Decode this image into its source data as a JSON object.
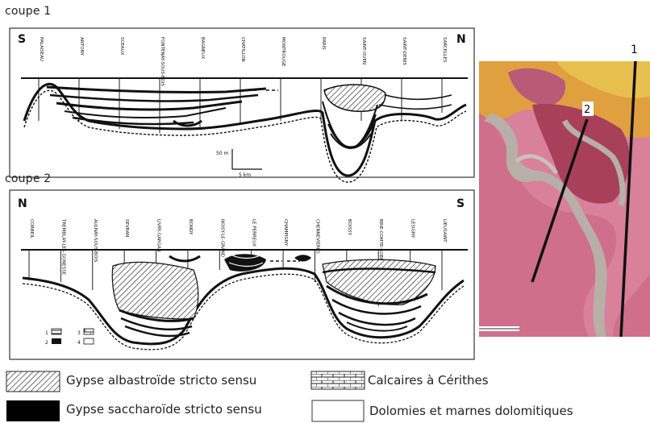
{
  "section1": {
    "title": "coupe 1",
    "left_end": "S",
    "right_end": "N",
    "wells": [
      "PALAISEAU",
      "ANTONY",
      "SCEAUX",
      "FONTENAY-SOUS-BOIS",
      "BAGNEUX",
      "CHATILLON",
      "MONTROUGE",
      "PARIS",
      "SAINT-OUEN",
      "SAINT-DENIS",
      "SARCELLES"
    ],
    "scale_vertical": "50 m",
    "scale_horizontal": "5 km"
  },
  "section2": {
    "title": "coupe 2",
    "left_end": "N",
    "right_end": "S",
    "wells": [
      "CORBEIL",
      "TREMBLAY-LES-GONESSE",
      "AULNAY-SOUS-BOIS",
      "SEVRAN",
      "LIVRY-GARGAN",
      "BONDY",
      "NOISY-LE-GRAND",
      "LE PERREUX",
      "CHAMPIGNY",
      "CHENNEVIERES",
      "BOISSY",
      "BRIE-COMTE-ROBERT",
      "LESIGNY",
      "LIEUSAINT"
    ],
    "inset_legend": [
      "1",
      "2",
      "3",
      "4"
    ]
  },
  "map": {
    "line1_label": "1",
    "line2_label": "2"
  },
  "legend": {
    "albastroide": "Gypse albastroïde stricto sensu",
    "saccharoide": "Gypse saccharoïde stricto sensu",
    "calcaires": "Calcaires à Cérithes",
    "dolomies": "Dolomies et marnes dolomitiques"
  },
  "colors": {
    "ink": "#1a1a1a",
    "map_pink": "#d9809a",
    "map_orange": "#e0a040",
    "map_red": "#a8405a",
    "map_grey": "#b8b0a8"
  }
}
